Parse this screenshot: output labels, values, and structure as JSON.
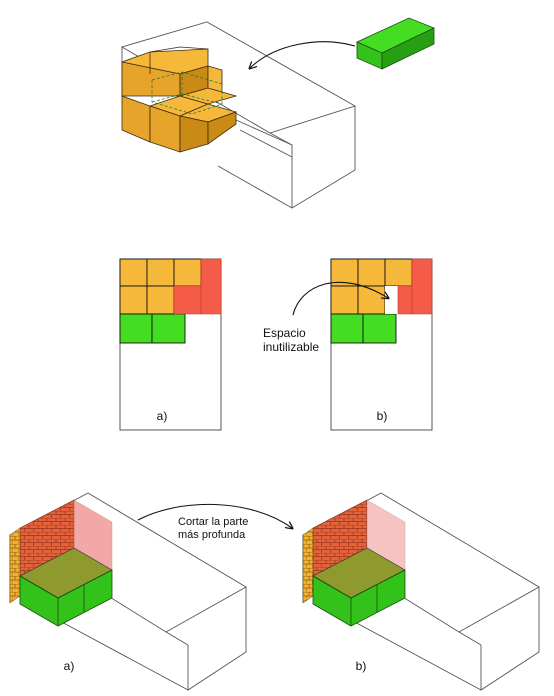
{
  "colors": {
    "orange_top": "#F6B83A",
    "orange_front": "#E6A52A",
    "orange_side": "#C98A16",
    "green_top": "#44DD22",
    "green_front": "#33C21A",
    "green_side": "#26A012",
    "red": "#F45B49",
    "pink": "#F08B8B",
    "brick": "#E2623C",
    "olive": "#8E9A2E",
    "outline": "#444444",
    "ink": "#111111"
  },
  "middle": {
    "label_a": "a)",
    "label_b": "b)",
    "annotation_line1": "Espacio",
    "annotation_line2": "inutilizable"
  },
  "bottom": {
    "label_a": "a)",
    "label_b": "b)",
    "caption_line1": "Cortar la parte",
    "caption_line2": "más profunda"
  }
}
